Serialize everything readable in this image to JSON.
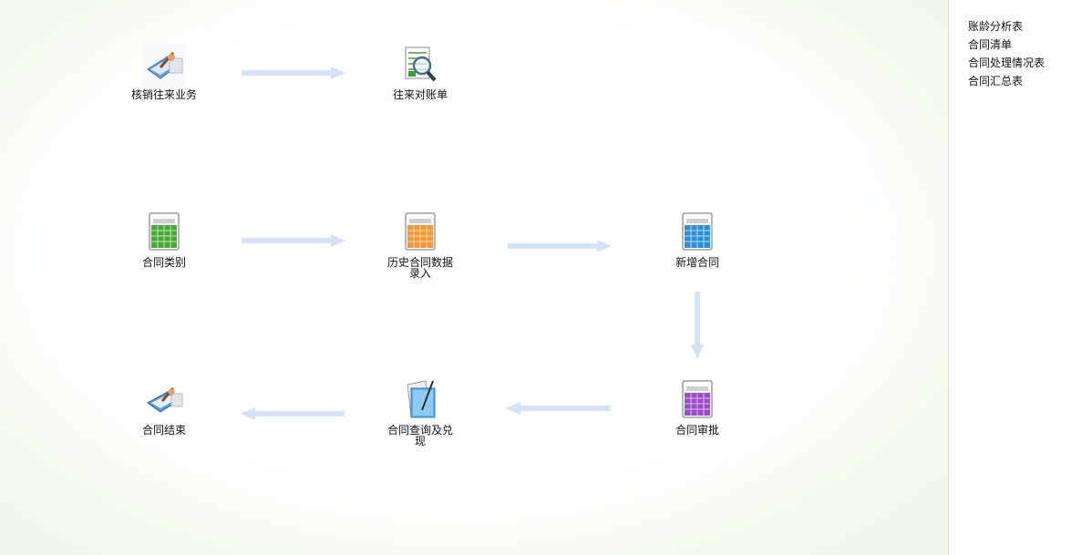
{
  "colors": {
    "arrow": "#cfe0f1",
    "canvas_edge": "#eef7e8",
    "panel_border": "#d9dde3"
  },
  "nodes": {
    "verify_business": {
      "label": "核销往来业务",
      "icon": "pen-writing-icon"
    },
    "reconciliation": {
      "label": "往来对账单",
      "icon": "magnifier-spreadsheet-icon"
    },
    "contract_category": {
      "label": "合同类别",
      "icon": "green-calendar-icon"
    },
    "history_entry": {
      "label": "历史合同数据录入",
      "icon": "orange-calendar-icon"
    },
    "new_contract": {
      "label": "新增合同",
      "icon": "blue-calendar-icon"
    },
    "contract_end": {
      "label": "合同结束",
      "icon": "clipboard-pen-icon"
    },
    "query_redeem": {
      "label": "合同查询及兑现",
      "icon": "document-pen-icon"
    },
    "contract_approval": {
      "label": "合同审批",
      "icon": "purple-calendar-icon"
    }
  },
  "reports": {
    "items": [
      "账龄分析表",
      "合同清单",
      "合同处理情况表",
      "合同汇总表"
    ]
  }
}
